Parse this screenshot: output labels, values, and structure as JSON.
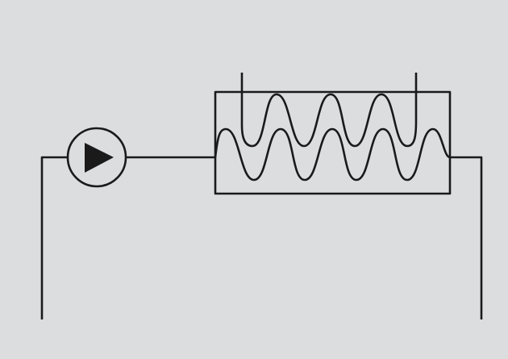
{
  "diagram": {
    "type": "hydraulic-schematic",
    "components": [
      "pump",
      "heat-exchanger",
      "primary-coil",
      "secondary-coil",
      "piping"
    ],
    "colors": {
      "background": "#dcdddf",
      "stroke": "#1a1a1a"
    }
  }
}
